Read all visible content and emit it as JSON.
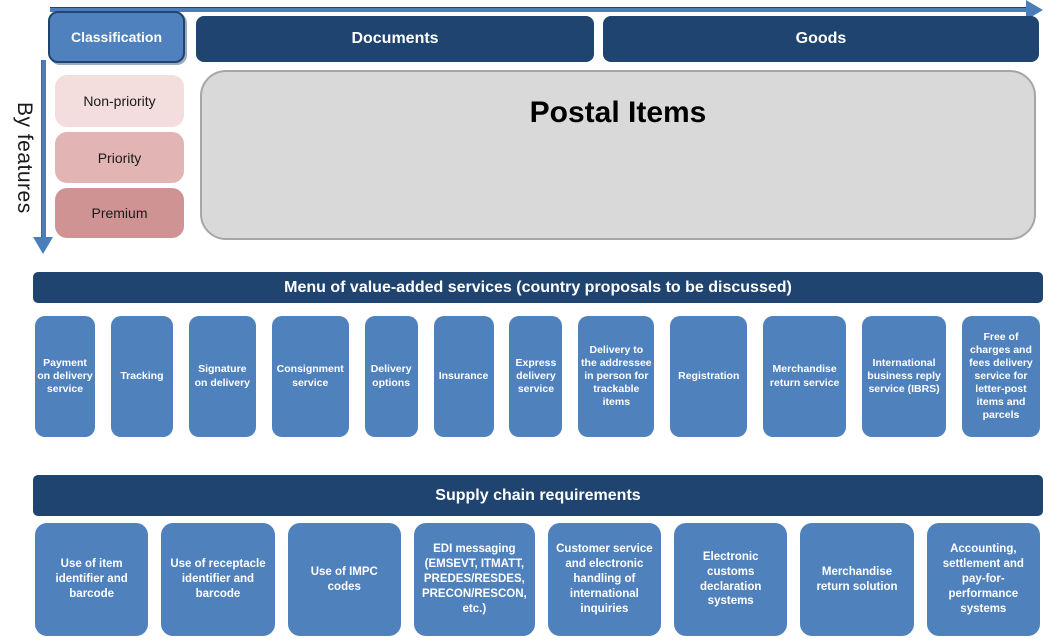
{
  "colors": {
    "navy": "#1f4470",
    "box_blue": "#4f81bd",
    "arrow_blue": "#4a7ebb",
    "pink_light": "#f3dedd",
    "pink_medium": "#e2b4b3",
    "pink_dark": "#d09394",
    "gray_fill": "#d9d9d9",
    "gray_border": "#a6a6a6"
  },
  "icons": {
    "top_arrow": "right-arrow",
    "side_arrow": "down-arrow"
  },
  "axes": {
    "by_features_label": "By features",
    "classification_label": "Classification"
  },
  "matrix": {
    "columns": [
      {
        "label": "Documents"
      },
      {
        "label": "Goods"
      }
    ],
    "rows": [
      {
        "label": "Non-priority"
      },
      {
        "label": "Priority"
      },
      {
        "label": "Premium"
      }
    ],
    "center_label": "Postal Items"
  },
  "value_added": {
    "title": "Menu of value-added services  (country proposals to be discussed)",
    "items": [
      {
        "label": "Payment on delivery service"
      },
      {
        "label": "Tracking"
      },
      {
        "label": "Signature on delivery"
      },
      {
        "label": "Consignment service"
      },
      {
        "label": "Delivery options"
      },
      {
        "label": "Insurance"
      },
      {
        "label": "Express delivery service"
      },
      {
        "label": "Delivery to the addressee in person for trackable items"
      },
      {
        "label": "Registration"
      },
      {
        "label": "Merchandise return service"
      },
      {
        "label": "International business reply service (IBRS)"
      },
      {
        "label": "Free of charges and fees delivery service for letter-post items and parcels"
      }
    ]
  },
  "supply_chain": {
    "title": "Supply chain requirements",
    "items": [
      {
        "label": "Use of item identifier and barcode"
      },
      {
        "label": "Use of receptacle identifier and barcode"
      },
      {
        "label": "Use of IMPC codes"
      },
      {
        "label": "EDI messaging (EMSEVT, ITMATT, PREDES/RESDES, PRECON/RESCON, etc.)"
      },
      {
        "label": "Customer service and electronic handling of international inquiries"
      },
      {
        "label": "Electronic customs declaration systems"
      },
      {
        "label": "Merchandise return solution"
      },
      {
        "label": "Accounting, settlement and pay-for-performance systems"
      }
    ]
  }
}
